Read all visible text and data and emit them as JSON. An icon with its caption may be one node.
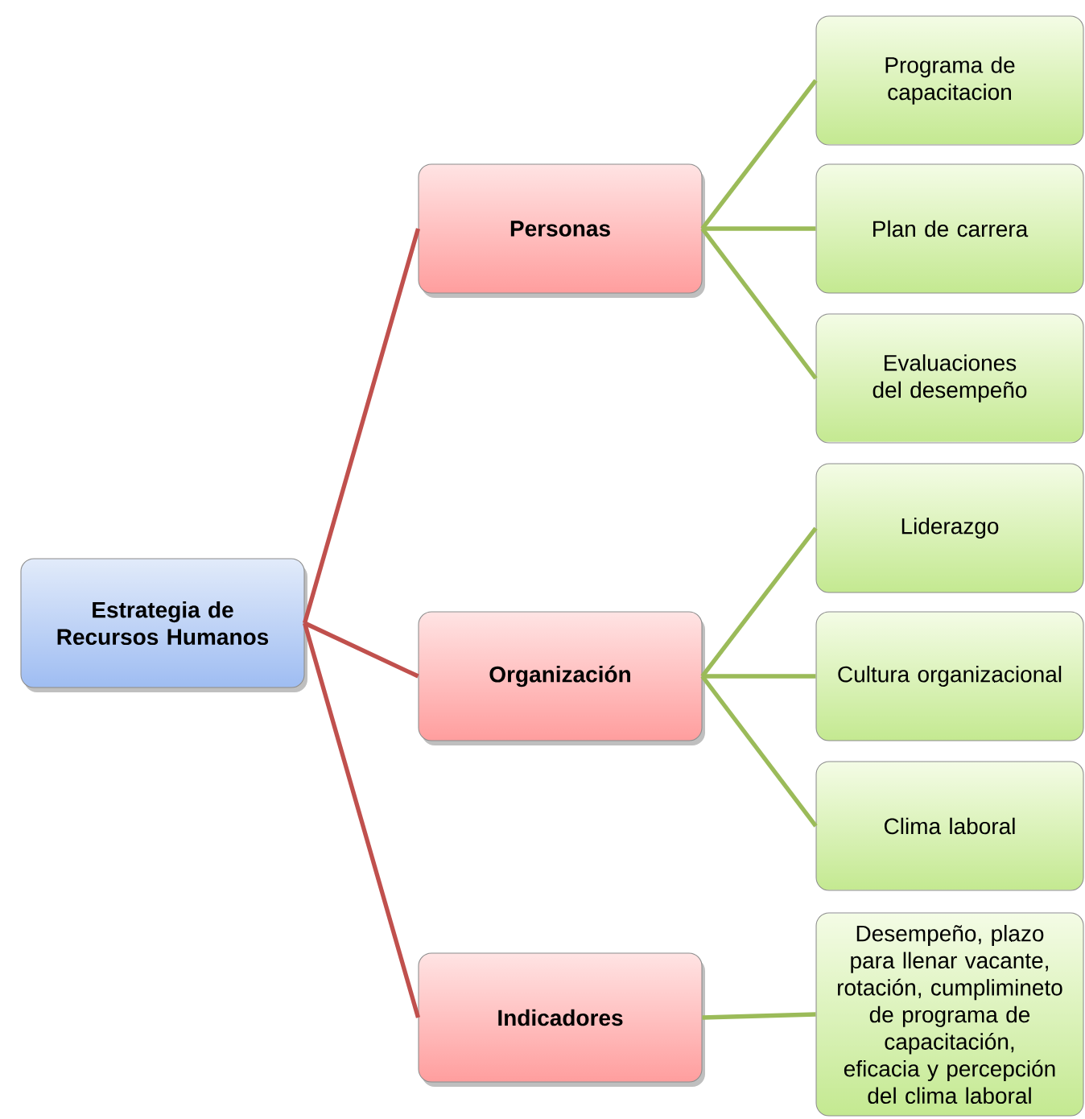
{
  "diagram": {
    "nodes": [
      {
        "text": [
          "Estrategia de Recursos Humanos"
        ]
      },
      {
        "text": [
          "Personas"
        ]
      },
      {
        "text": [
          "Organización"
        ]
      },
      {
        "text": [
          "Indicadores"
        ]
      },
      {
        "text": [
          "Programa de capacitacion"
        ]
      },
      {
        "text": [
          "Plan de carrera"
        ]
      },
      {
        "text": [
          "Evaluaciones del desempeño"
        ]
      },
      {
        "text": [
          "Liderazgo"
        ]
      },
      {
        "text": [
          "Cultura organizacional"
        ]
      },
      {
        "text": [
          "Clima laboral"
        ]
      },
      {
        "text": [
          "Desempeño, plazo para llenar vacante, rotación, cumplimineto de programa de capacitación, eficacia y percepción del clima laboral"
        ]
      }
    ],
    "edges": [
      {
        "from": 0,
        "to": 1,
        "arrow": "none",
        "color": "#c0504d"
      },
      {
        "from": 0,
        "to": 2,
        "arrow": "none",
        "color": "#c0504d"
      },
      {
        "from": 0,
        "to": 3,
        "arrow": "none",
        "color": "#c0504d"
      },
      {
        "from": 1,
        "to": 4,
        "arrow": "none"
      },
      {
        "from": 1,
        "to": 5,
        "arrow": "none"
      },
      {
        "from": 1,
        "to": 6,
        "arrow": "none"
      },
      {
        "from": 2,
        "to": 7,
        "arrow": "none"
      },
      {
        "from": 2,
        "to": 8,
        "arrow": "none"
      },
      {
        "from": 2,
        "to": 9,
        "arrow": "none"
      },
      {
        "from": 3,
        "to": 10,
        "arrow": "none"
      }
    ]
  }
}
